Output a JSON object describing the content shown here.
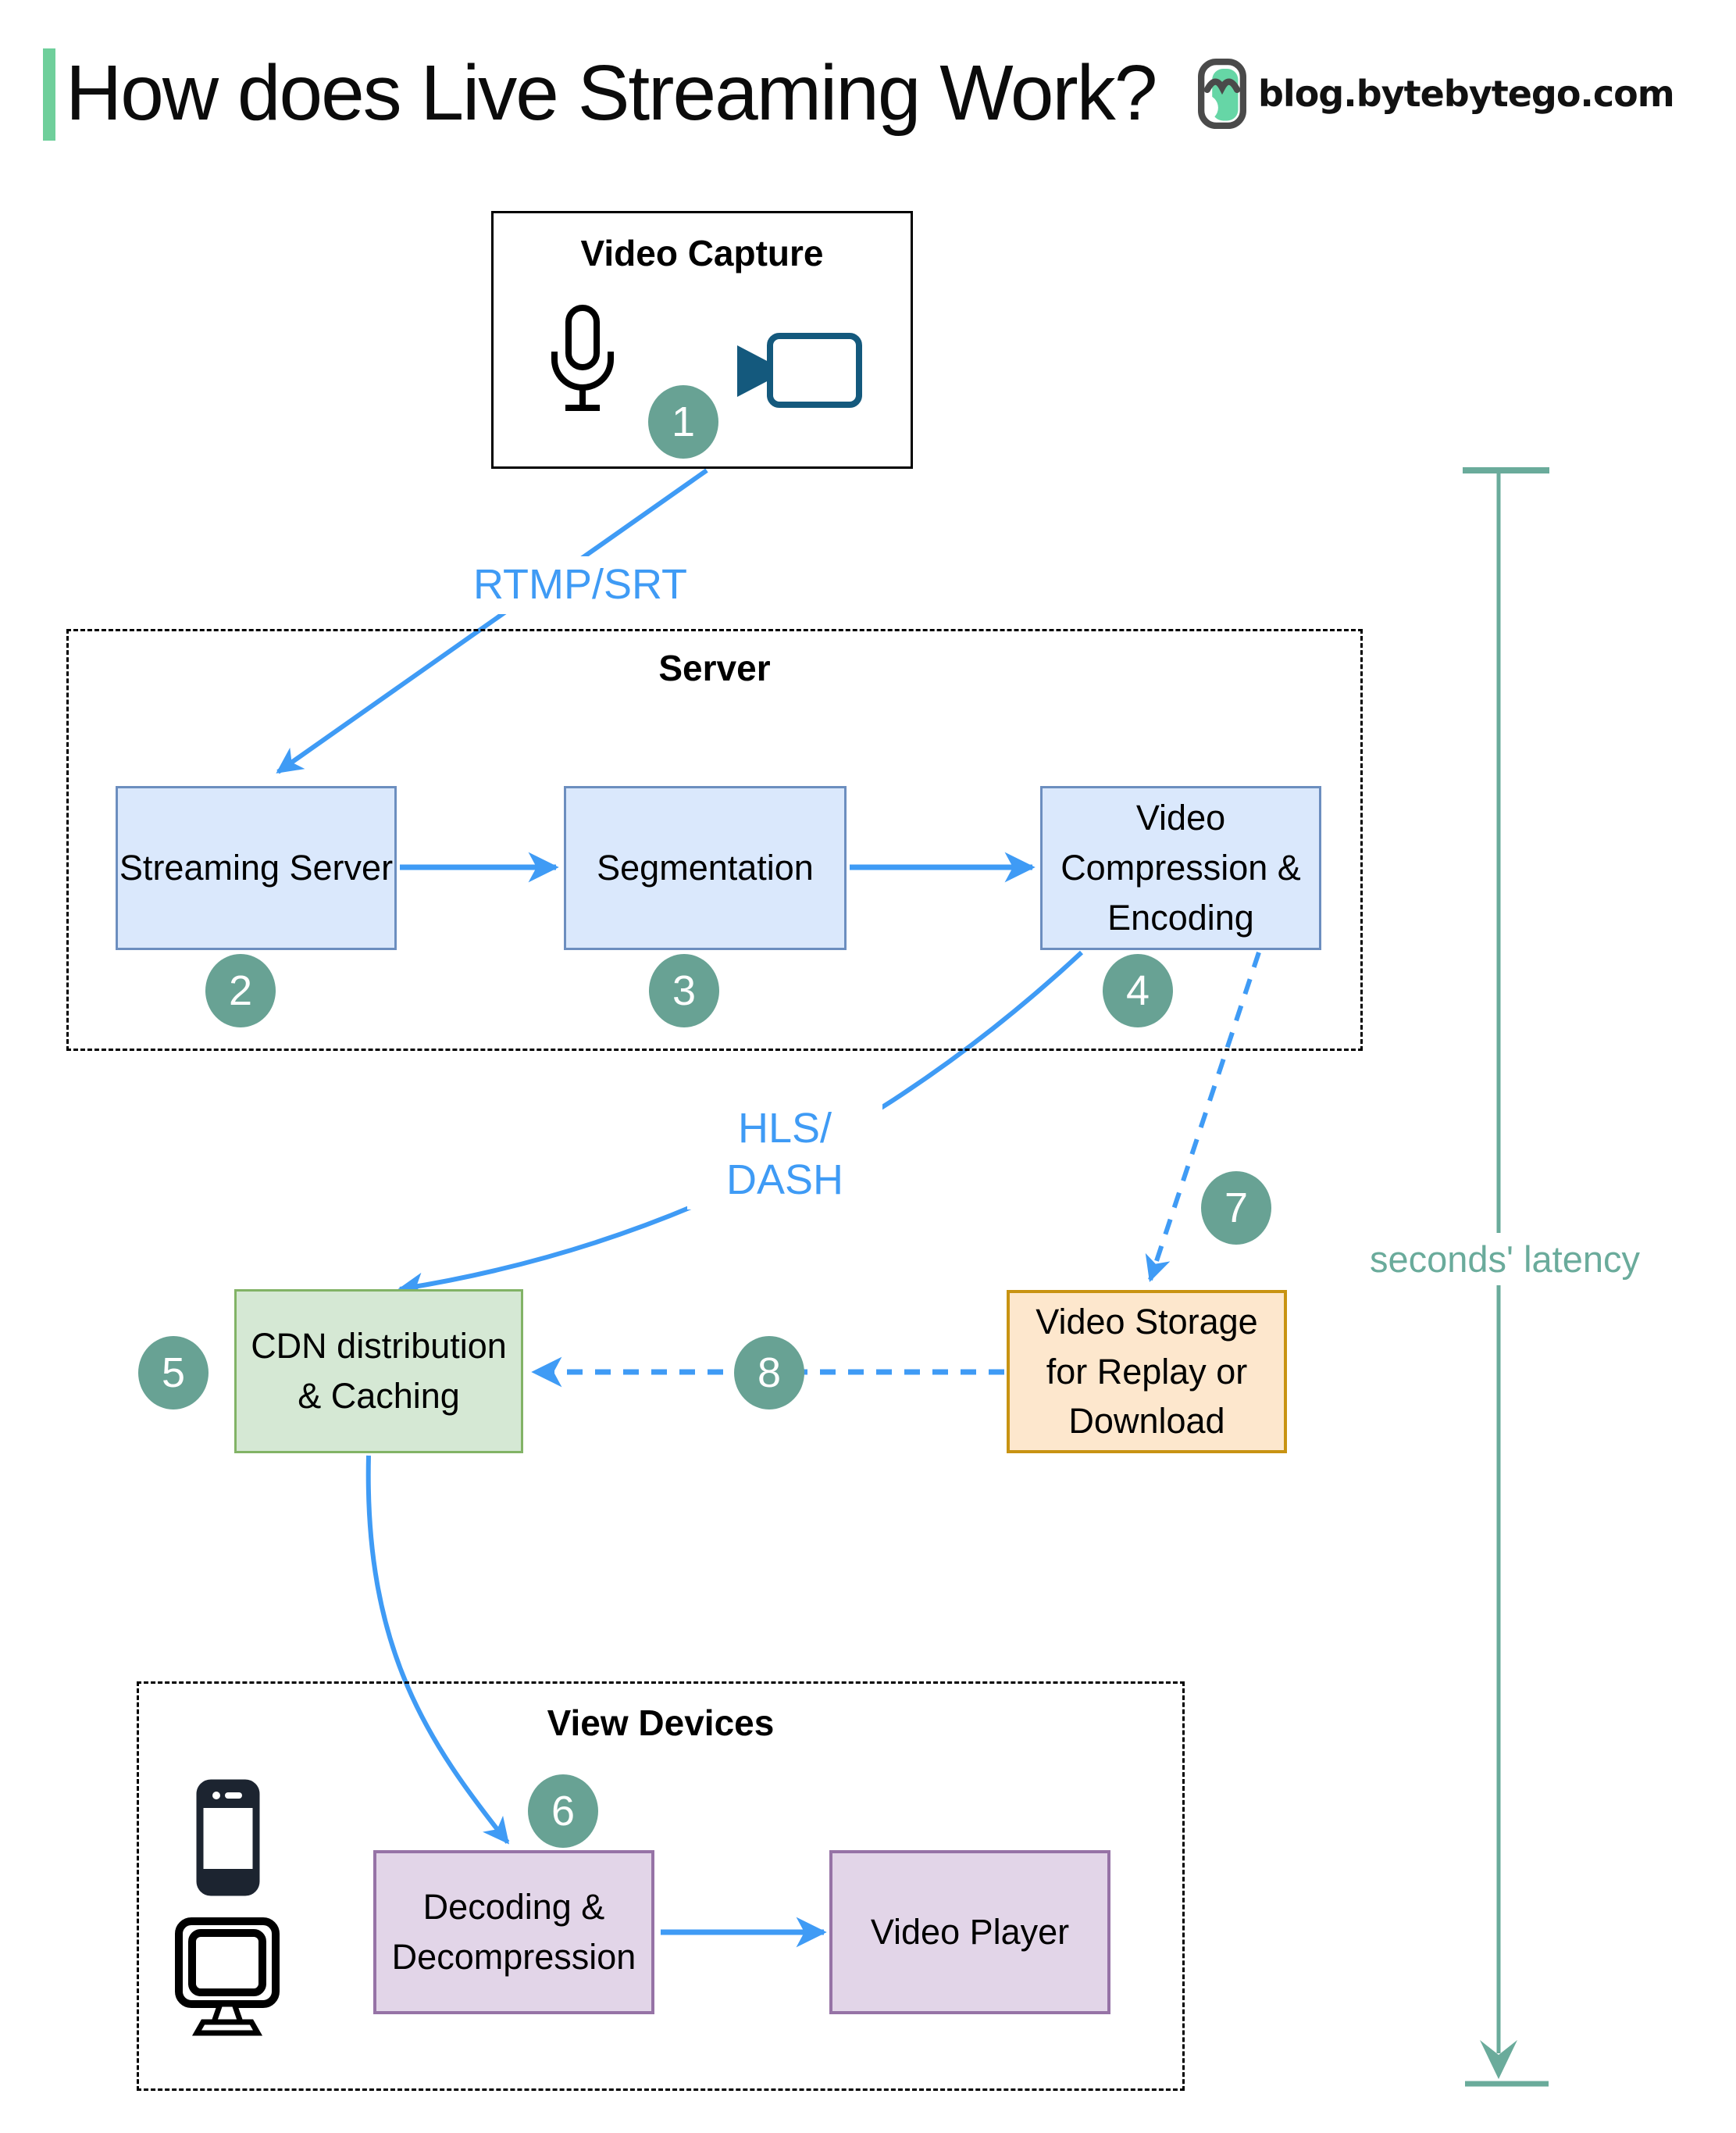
{
  "header": {
    "title": "How does Live Streaming Work?",
    "site": "blog.bytebytego.com",
    "logo_icon": "bytebytego-logo",
    "accent_color": "#6fcf9b"
  },
  "groups": {
    "server": {
      "label": "Server"
    },
    "devices": {
      "label": "View Devices"
    }
  },
  "nodes": {
    "capture": {
      "label": "Video Capture",
      "icons": [
        "microphone-icon",
        "video-camera-icon"
      ]
    },
    "streaming": {
      "label": "Streaming Server"
    },
    "segmentation": {
      "label": "Segmentation"
    },
    "compression": {
      "label": "Video Compression & Encoding"
    },
    "cdn": {
      "label": "CDN distribution & Caching"
    },
    "storage": {
      "label": "Video Storage for Replay or Download"
    },
    "decoding": {
      "label": "Decoding & Decompression"
    },
    "player": {
      "label": "Video Player"
    }
  },
  "edge_labels": {
    "rtmp": "RTMP/SRT",
    "hls_line1": "HLS/",
    "hls_line2": "DASH"
  },
  "latency": {
    "label": "seconds' latency"
  },
  "steps": {
    "s1": "1",
    "s2": "2",
    "s3": "3",
    "s4": "4",
    "s5": "5",
    "s6": "6",
    "s7": "7",
    "s8": "8"
  },
  "device_icons": [
    "smartphone-icon",
    "monitor-icon"
  ],
  "colors": {
    "arrow_blue": "#3f9bf5",
    "step_circle": "#68a294",
    "latency_teal": "#6aab9b",
    "accent_green": "#6fcf9b",
    "server_node_fill": "#dae8fc",
    "server_node_border": "#6c8ebf",
    "cdn_fill": "#d5e8d4",
    "cdn_border": "#82b366",
    "storage_fill": "#fde7cd",
    "storage_border": "#c89312",
    "device_node_fill": "#e2d5e8",
    "device_node_border": "#9673a6",
    "camera_icon_color": "#14597d"
  }
}
